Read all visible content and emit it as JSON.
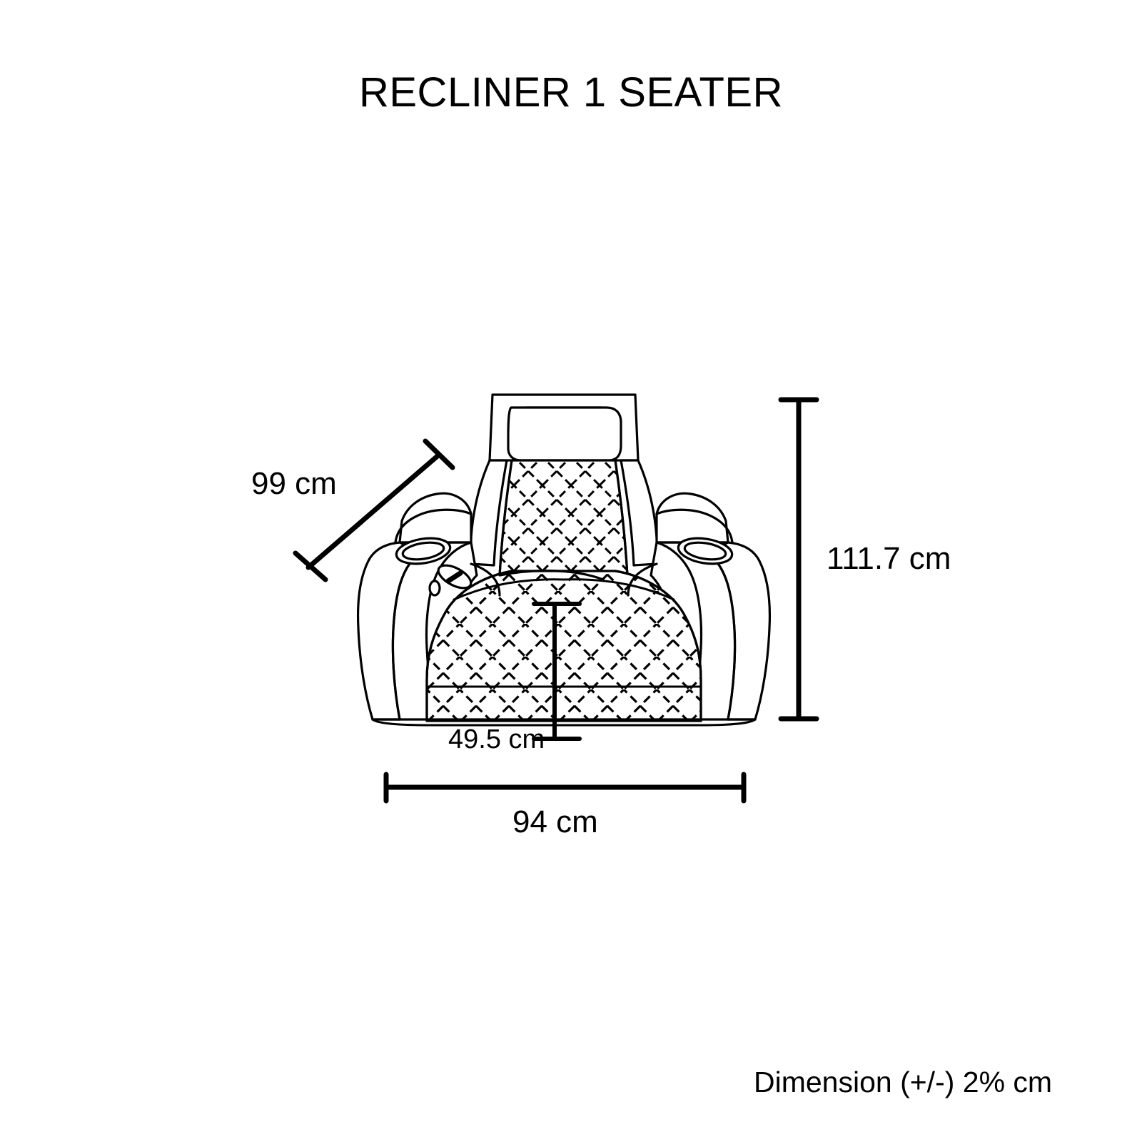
{
  "drawing": {
    "title": "RECLINER 1 SEATER",
    "subject": "recliner-chair-front-view",
    "background_color": "#ffffff",
    "line_color": "#000000",
    "footnote": "Dimension  (+/-) 2% cm"
  },
  "dimensions": {
    "depth": {
      "value": "99 cm",
      "orientation": "diagonal",
      "describes": "overall depth"
    },
    "height": {
      "value": "111.7 cm",
      "orientation": "vertical",
      "describes": "overall height"
    },
    "seat": {
      "value": "49.5 cm",
      "orientation": "vertical",
      "describes": "seat height"
    },
    "width": {
      "value": "94 cm",
      "orientation": "horizontal",
      "describes": "overall width"
    }
  },
  "chart_data": {
    "type": "table",
    "title": "RECLINER 1 SEATER",
    "categories": [
      "Depth",
      "Height",
      "Seat Height",
      "Width"
    ],
    "values": [
      99,
      111.7,
      49.5,
      94
    ],
    "labels": [
      "99 cm",
      "111.7 cm",
      "49.5 cm",
      "94 cm"
    ],
    "unit": "cm",
    "tolerance": "(+/-) 2%",
    "xlabel": "",
    "ylabel": ""
  },
  "parts": {
    "headrest": "headrest",
    "backrest": "quilted-backrest",
    "left_armrest": "left-armrest",
    "right_armrest": "right-armrest",
    "left_cupholder": "left-cup-holder",
    "right_cupholder": "right-cup-holder",
    "control_panel": "armrest-control-panel",
    "seat_cushion": "quilted-seat-cushion",
    "base": "chair-base"
  }
}
